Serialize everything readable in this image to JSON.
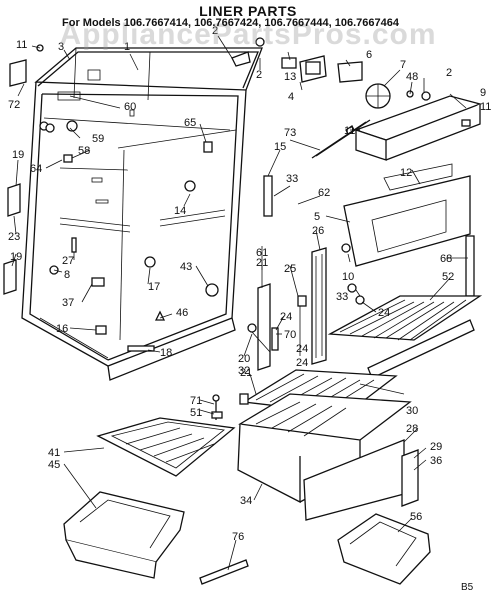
{
  "title": "LINER PARTS",
  "models": "For Models 106.7667414, 106.7667424, 106.7667444, 106.7667464",
  "watermark": "AppliancePartsPros.com",
  "drawing_code": "B5",
  "callouts": {
    "c11a": "11",
    "c3": "3",
    "c1": "1",
    "c2a": "2",
    "c2b": "2",
    "c13": "13",
    "c4": "4",
    "c6": "6",
    "c7": "7",
    "c48": "48",
    "c2c": "2",
    "c9": "9",
    "c11b": "11",
    "c72": "72",
    "c60": "60",
    "c65": "65",
    "c73": "73",
    "c11c": "11",
    "c59": "59",
    "c58": "58",
    "c64": "64",
    "c19a": "19",
    "c15": "15",
    "c33a": "33",
    "c62": "62",
    "c12": "12",
    "c14": "14",
    "c23": "23",
    "c5": "5",
    "c26": "26",
    "c61": "61",
    "c21": "21",
    "c19b": "19",
    "c27": "27",
    "c8": "8",
    "c43": "43",
    "c17": "17",
    "c25": "25",
    "c10": "10",
    "c68": "68",
    "c52": "52",
    "c37": "37",
    "c33b": "33",
    "c24a": "24",
    "c46": "46",
    "c24b": "24",
    "c70": "70",
    "c24c": "24",
    "c16": "16",
    "c18": "18",
    "c20": "20",
    "c24d": "24",
    "c32": "32",
    "c71": "71",
    "c51": "51",
    "c30": "30",
    "c28": "28",
    "c41": "41",
    "c45": "45",
    "c29": "29",
    "c36": "36",
    "c34": "34",
    "c56": "56",
    "c76": "76"
  }
}
